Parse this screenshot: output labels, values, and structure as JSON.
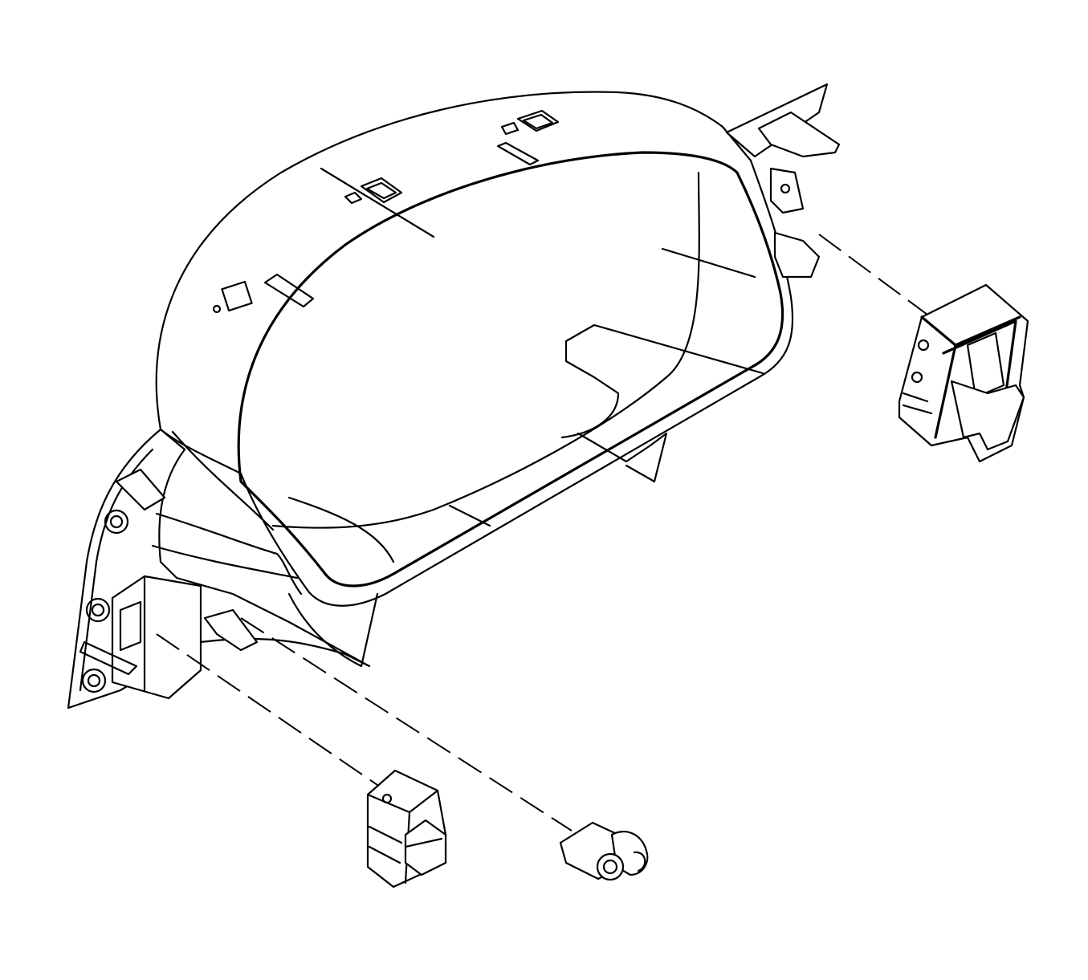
{
  "diagram": {
    "style": "exploded line drawing",
    "colors": {
      "line": "#000000",
      "background": "#ffffff"
    },
    "parts": [
      {
        "id": "cluster-bezel"
      },
      {
        "id": "left-bracket"
      },
      {
        "id": "right-connector"
      },
      {
        "id": "small-connector"
      },
      {
        "id": "bulb-socket"
      }
    ]
  }
}
